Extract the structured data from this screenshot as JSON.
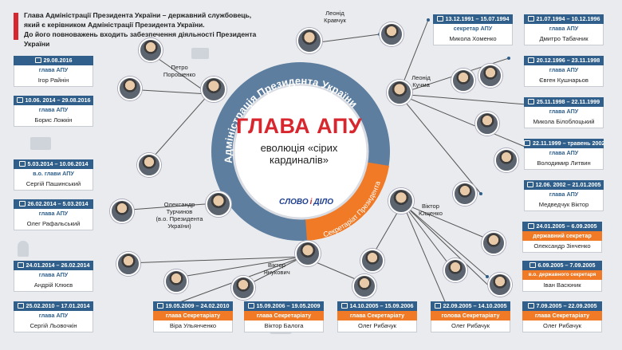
{
  "intro": {
    "line1": "Глава Адміністрації Президента України – державний службовець,",
    "line2": "який є керівником Адміністрації Президента України.",
    "line3": "До його повноважень входить забезпечення діяльності Президента України"
  },
  "ring": {
    "outer_text": "Адміністрація Президента України",
    "secretariat_text_1": "Секретаріат",
    "secretariat_text_2": "Президента України"
  },
  "title": {
    "main": "ГЛАВА АПУ",
    "sub1": "еволюція «сірих",
    "sub2": "кардиналів»"
  },
  "logo": {
    "part1": "СЛОВО",
    "part2": "і",
    "part3": "ДІЛО"
  },
  "presidents": [
    {
      "name1": "Леонід",
      "name2": "Кравчук",
      "name3": ""
    },
    {
      "name1": "Леонід",
      "name2": "Кучма",
      "name3": ""
    },
    {
      "name1": "Віктор",
      "name2": "Ющенко",
      "name3": ""
    },
    {
      "name1": "Віктор",
      "name2": "Янукович",
      "name3": ""
    },
    {
      "name1": "Олександр",
      "name2": "Турчинов",
      "name3": "(в.о. Президента України)"
    },
    {
      "name1": "Петро",
      "name2": "Порошенко",
      "name3": ""
    }
  ],
  "cards": [
    {
      "date": "29.08.2016",
      "role": "глава АПУ",
      "name": "Ігор Райнін"
    },
    {
      "date": "10.06. 2014 – 29.08.2016",
      "role": "глава АПУ",
      "name": "Борис Ложкін"
    },
    {
      "date": "5.03.2014 – 10.06.2014",
      "role": "в.о. глави АПУ",
      "name": "Сергій Пашинський"
    },
    {
      "date": "26.02.2014 – 5.03.2014",
      "role": "глава АПУ",
      "name": "Олег Рафальський"
    },
    {
      "date": "24.01.2014 – 26.02.2014",
      "role": "глава АПУ",
      "name": "Андрій Клюєв"
    },
    {
      "date": "25.02.2010 – 17.01.2014",
      "role": "глава АПУ",
      "name": "Сергій Льовочкін"
    },
    {
      "date": "19.05.2009 – 24.02.2010",
      "role": "глава Секретаріату",
      "name": "Віра Ульянченко"
    },
    {
      "date": "15.09.2006 – 19.05.2009",
      "role": "глава Секретаріату",
      "name": "Віктор Балога"
    },
    {
      "date": "14.10.2005 – 15.09.2006",
      "role": "глава Секретаріату",
      "name": "Олег Рибачук"
    },
    {
      "date": "22.09.2005 – 14.10.2005",
      "role": "голова Секретаріату",
      "name": "Олег Рибачук"
    },
    {
      "date": "7.09.2005 – 22.09.2005",
      "role": "глава Секретаріату",
      "name": "Олег Рибачук"
    },
    {
      "date": "6.09.2005 – 7.09.2005",
      "role": "в.о. державного секретаря",
      "name": "Іван Васюник"
    },
    {
      "date": "24.01.2005 – 6.09.2005",
      "role": "державний секретар",
      "name": "Олександр Зінченко"
    },
    {
      "date": "12.06. 2002 – 21.01.2005",
      "role": "глава АПУ",
      "name": "Медведчук Віктор"
    },
    {
      "date": "22.11.1999 – травень 2002",
      "role": "глава АПУ",
      "name": "Володимир Литвин"
    },
    {
      "date": "25.11.1998 – 22.11.1999",
      "role": "глава АПУ",
      "name": "Микола Білоблоцький"
    },
    {
      "date": "20.12.1996 – 23.11.1998",
      "role": "глава АПУ",
      "name": "Євген Кушнарьов"
    },
    {
      "date": "21.07.1994 – 10.12.1996",
      "role": "глава АПУ",
      "name": "Дмитро Табачник"
    },
    {
      "date": "13.12.1991 – 15.07.1994",
      "role": "секретар АПУ",
      "name": "Микола Хоменко"
    }
  ],
  "colors": {
    "blue": "#2f5f8a",
    "orange": "#f07a26",
    "red": "#d8262e",
    "ring": "#5e7e9f"
  }
}
